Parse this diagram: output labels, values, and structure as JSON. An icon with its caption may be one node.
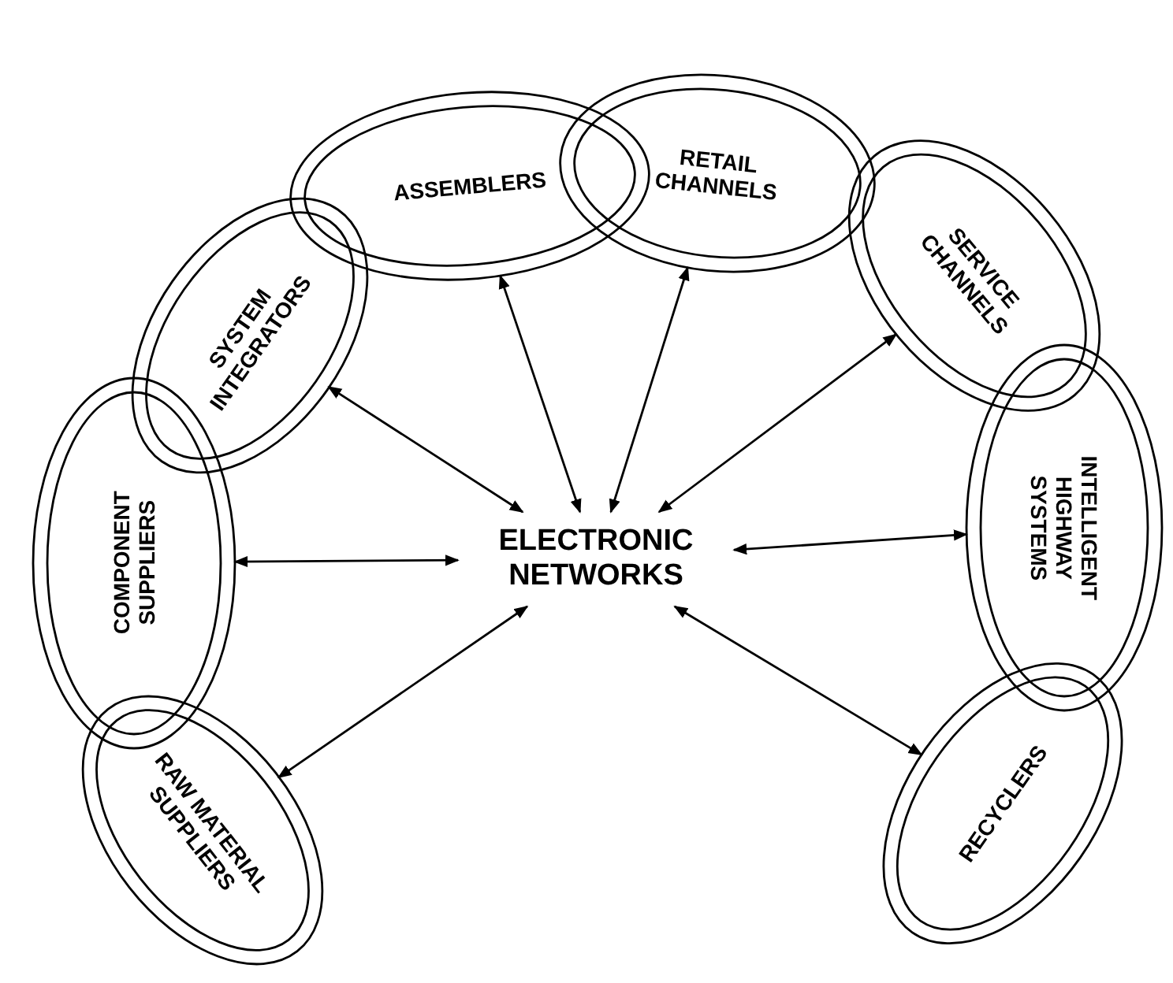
{
  "diagram": {
    "nodes": [
      {
        "text": [
          "RAW MATERIAL SUPPLIERS"
        ]
      },
      {
        "text": [
          "COMPONENT SUPPLIERS"
        ]
      },
      {
        "text": [
          "SYSTEM INTEGRATORS"
        ]
      },
      {
        "text": [
          "ASSEMBLERS"
        ]
      },
      {
        "text": [
          "RETAIL CHANNELS"
        ]
      },
      {
        "text": [
          "SERVICE CHANNELS"
        ]
      },
      {
        "text": [
          "INTELLIGENT HIGHWAY SYSTEMS"
        ]
      },
      {
        "text": [
          "RECYCLERS"
        ]
      },
      {
        "text": [
          "ELECTRONIC NETWORKS"
        ]
      }
    ],
    "edges": [
      {
        "from": 8,
        "to": 0,
        "arrow": "both"
      },
      {
        "from": 8,
        "to": 1,
        "arrow": "both"
      },
      {
        "from": 8,
        "to": 2,
        "arrow": "both"
      },
      {
        "from": 8,
        "to": 3,
        "arrow": "both"
      },
      {
        "from": 8,
        "to": 4,
        "arrow": "both"
      },
      {
        "from": 8,
        "to": 5,
        "arrow": "both"
      },
      {
        "from": 8,
        "to": 6,
        "arrow": "both"
      },
      {
        "from": 8,
        "to": 7,
        "arrow": "both"
      }
    ]
  }
}
